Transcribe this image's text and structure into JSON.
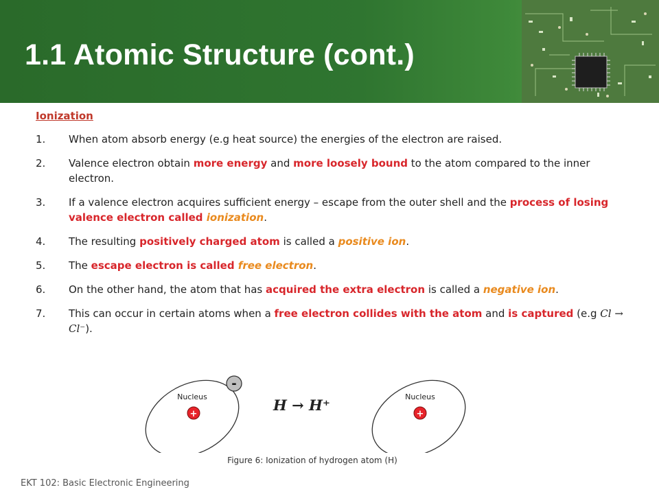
{
  "slide": {
    "title": "1.1  Atomic Structure (cont.)",
    "section_heading": "Ionization",
    "footer": "EKT 102: Basic Electronic Engineering"
  },
  "items": [
    {
      "number": "1.",
      "segments": [
        {
          "text": "When atom absorb energy (e.g heat source) the energies of the electron are raised.",
          "style": "plain"
        }
      ]
    },
    {
      "number": "2.",
      "segments": [
        {
          "text": "Valence electron obtain ",
          "style": "plain"
        },
        {
          "text": "more energy",
          "style": "red"
        },
        {
          "text": " and ",
          "style": "plain"
        },
        {
          "text": "more loosely bound",
          "style": "red"
        },
        {
          "text": " to the atom compared to the inner electron.",
          "style": "plain"
        }
      ]
    },
    {
      "number": "3.",
      "segments": [
        {
          "text": "If a valence electron acquires sufficient energy – escape from the outer shell and the ",
          "style": "plain"
        },
        {
          "text": "process of losing valence electron called ",
          "style": "red"
        },
        {
          "text": "ionization",
          "style": "orange"
        },
        {
          "text": ".",
          "style": "plain"
        }
      ]
    },
    {
      "number": "4.",
      "segments": [
        {
          "text": "The resulting ",
          "style": "plain"
        },
        {
          "text": "positively charged atom",
          "style": "red"
        },
        {
          "text": " is called a ",
          "style": "plain"
        },
        {
          "text": "positive ion",
          "style": "orange"
        },
        {
          "text": ".",
          "style": "plain"
        }
      ]
    },
    {
      "number": "5.",
      "segments": [
        {
          "text": "The ",
          "style": "plain"
        },
        {
          "text": "escape electron is called ",
          "style": "red"
        },
        {
          "text": "free electron",
          "style": "orange"
        },
        {
          "text": ".",
          "style": "plain"
        }
      ]
    },
    {
      "number": "6.",
      "segments": [
        {
          "text": "On the other hand, the atom that has ",
          "style": "plain"
        },
        {
          "text": "acquired the extra electron",
          "style": "red"
        },
        {
          "text": " is called a ",
          "style": "plain"
        },
        {
          "text": "negative ion",
          "style": "orange"
        },
        {
          "text": ".",
          "style": "plain"
        }
      ]
    },
    {
      "number": "7.",
      "segments": [
        {
          "text": "This can occur in certain atoms when a ",
          "style": "plain"
        },
        {
          "text": "free electron collides with the atom",
          "style": "red"
        },
        {
          "text": " and ",
          "style": "plain"
        },
        {
          "text": "is captured",
          "style": "red"
        },
        {
          "text": " (e.g ",
          "style": "plain"
        },
        {
          "text": "Cl → Cl⁻",
          "style": "math"
        },
        {
          "text": ").",
          "style": "plain"
        }
      ]
    }
  ],
  "figure": {
    "nucleus_label": "Nucleus",
    "nucleus_charge": "+",
    "electron_charge": "-",
    "equation": "H → H⁺",
    "caption": "Figure 6: Ionization of hydrogen atom (H)"
  },
  "colors": {
    "header_green": "#2f7530",
    "highlight_red": "#d8262b",
    "highlight_orange": "#e98a1e",
    "nucleus_fill": "#e8232a",
    "electron_fill": "#bfbfbf"
  }
}
